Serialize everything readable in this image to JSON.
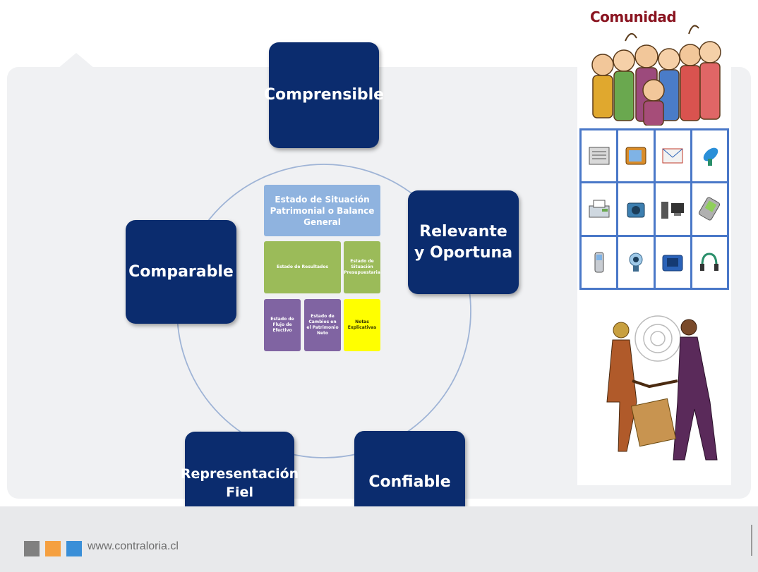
{
  "diagram": {
    "nodes": [
      {
        "id": "comprensible",
        "label": "Comprensible"
      },
      {
        "id": "relevante",
        "label": "Relevante y Oportuna"
      },
      {
        "id": "confiable",
        "label": "Confiable"
      },
      {
        "id": "representacion",
        "label": "Representación Fiel"
      },
      {
        "id": "comparable",
        "label": "Comparable"
      }
    ],
    "statements": {
      "balance": "Estado de Situación Patrimonial o Balance General",
      "resultados": "Estado de Resultados",
      "presupuestaria": "Estado de Situación Presupuestaria",
      "flujo": "Estado de Flujo de Efectivo",
      "cambios": "Estado de Cambios en el Patrimonio Neto",
      "notas": "Notas Explicativas"
    }
  },
  "community": {
    "title": "Comunidad",
    "media_icons": [
      "newspaper-icon",
      "television-icon",
      "envelope-icon",
      "satellite-dish-icon",
      "fax-machine-icon",
      "radio-icon",
      "desktop-computer-icon",
      "pda-icon",
      "mobile-phone-icon",
      "webcam-icon",
      "desk-phone-icon",
      "headset-icon"
    ]
  },
  "footer": {
    "url": "www.contraloria.cl",
    "squares": [
      "#808080",
      "#f5a040",
      "#3a8fd8"
    ]
  },
  "colors": {
    "node": "#0b2c6e",
    "balance": "#8fb3df",
    "green": "#9bbb59",
    "purple": "#8064a2",
    "yellow": "#ffff00",
    "ring": "#9fb4d6"
  }
}
